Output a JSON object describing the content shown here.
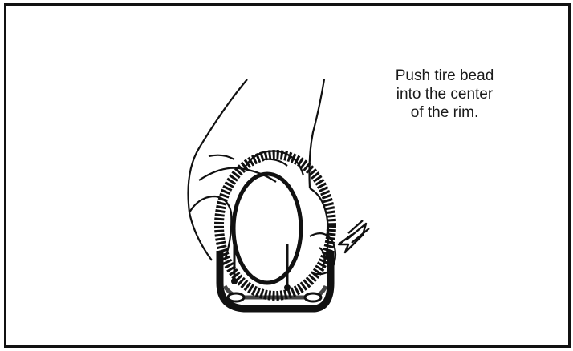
{
  "caption": {
    "line1": "Push tire bead",
    "line2": "into the center",
    "line3": "of the rim."
  },
  "colors": {
    "ink": "#111111",
    "paper": "#ffffff",
    "shade": "#444444"
  },
  "icons": {
    "hand": "hand-illustration",
    "wheel": "wheel-rim-illustration",
    "arrow": "pointer-arrow-icon"
  }
}
